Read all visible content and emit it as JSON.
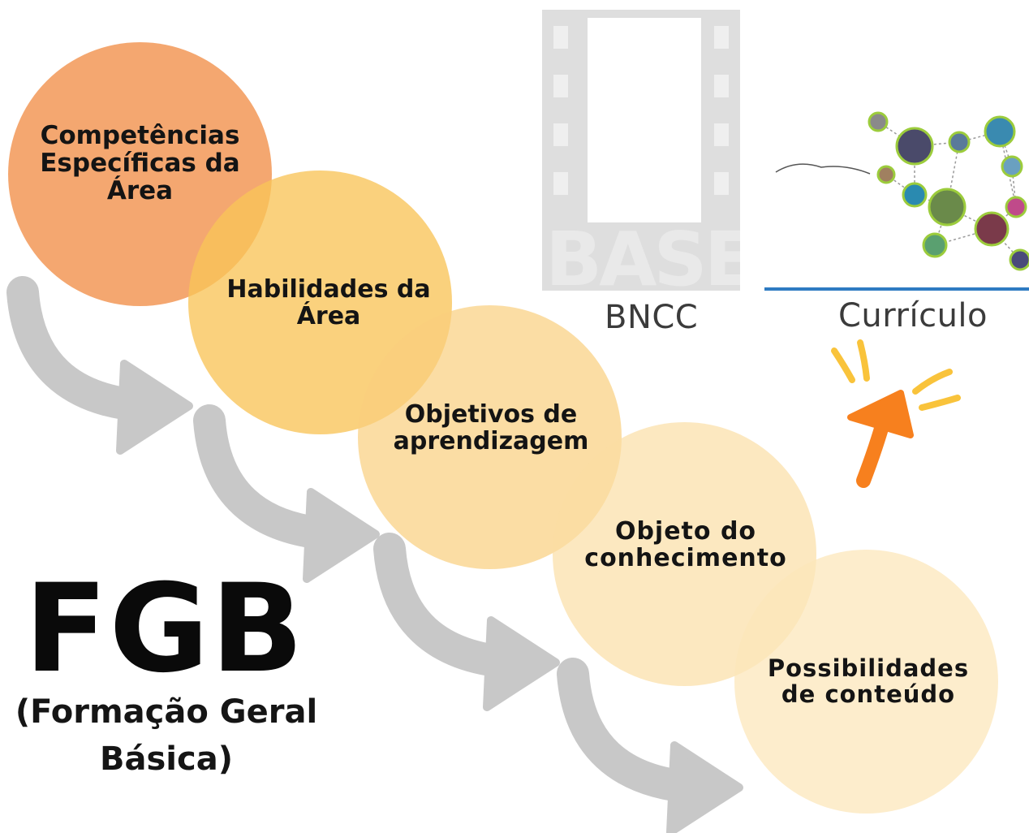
{
  "title": {
    "acronym": "FGB",
    "line1": "(Formação Geral",
    "line2": "Básica)"
  },
  "steps": [
    {
      "id": "step-1",
      "lines": [
        "Competências",
        "Específicas da",
        "Área"
      ],
      "color": "#F29B5C",
      "opacity": 0.88
    },
    {
      "id": "step-2",
      "lines": [
        "Habilidades da",
        "Área"
      ],
      "color": "#F8C458",
      "opacity": 0.78
    },
    {
      "id": "step-3",
      "lines": [
        "Objetivos de",
        "aprendizagem"
      ],
      "color": "#F9CF7E",
      "opacity": 0.7
    },
    {
      "id": "step-4",
      "lines": [
        "Objeto do",
        "conhecimento"
      ],
      "color": "#FBDDA2",
      "opacity": 0.68
    },
    {
      "id": "step-5",
      "lines": [
        "Possibilidades",
        "de conteúdo"
      ],
      "color": "#FCE6B9",
      "opacity": 0.72
    }
  ],
  "images": {
    "bncc_caption": "BNCC",
    "bncc_watermark": "BASE",
    "curriculo_caption": "Currículo"
  },
  "colors": {
    "arrow": "#C8C8C8",
    "accent_arrow": "#F7801E",
    "sparks": "#F9C33B",
    "network_line": "#2E7BC2"
  },
  "icons": [
    "curved-arrow-icon",
    "orange-pointer-arrow-icon",
    "network-diagram-icon"
  ]
}
